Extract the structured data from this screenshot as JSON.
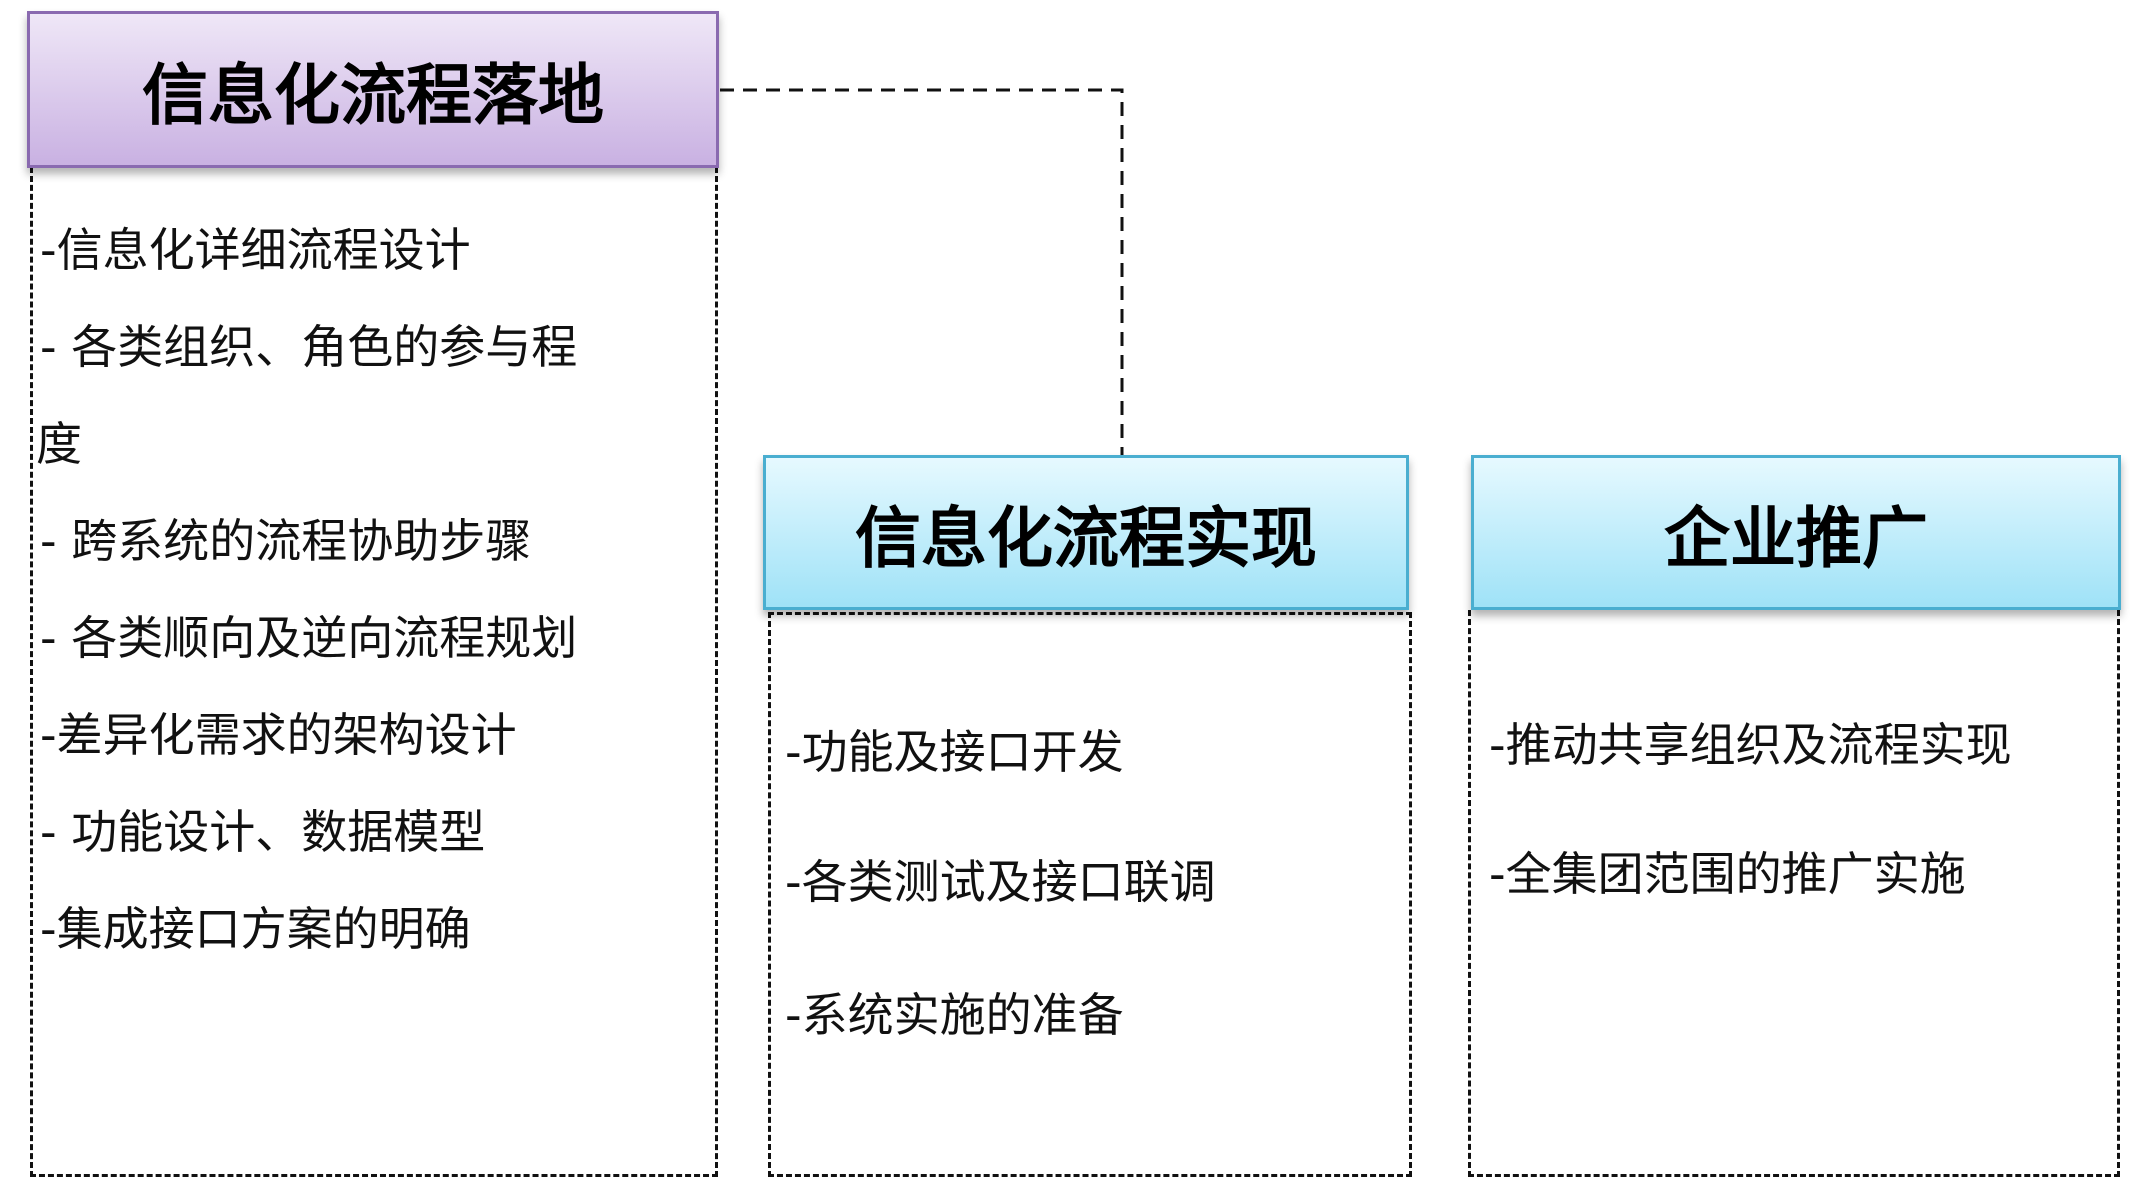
{
  "stages": [
    {
      "title": "信息化流程落地",
      "items": [
        "-信息化详细流程设计",
        "-  各类组织、角色的参与程",
        "度",
        "-  跨系统的流程协助步骤",
        "-  各类顺向及逆向流程规划",
        "-差异化需求的架构设计",
        "-  功能设计、数据模型",
        "-集成接口方案的明确"
      ]
    },
    {
      "title": "信息化流程实现",
      "items": [
        "-功能及接口开发",
        "-各类测试及接口联调",
        "-系统实施的准备"
      ]
    },
    {
      "title": "企业推广",
      "items": [
        "-推动共享组织及流程实现",
        "-全集团范围的推广实施"
      ]
    }
  ],
  "colors": {
    "stage1": "#c9b1e2",
    "stage2": "#9fe2f7",
    "stage3": "#9fe2f7"
  }
}
